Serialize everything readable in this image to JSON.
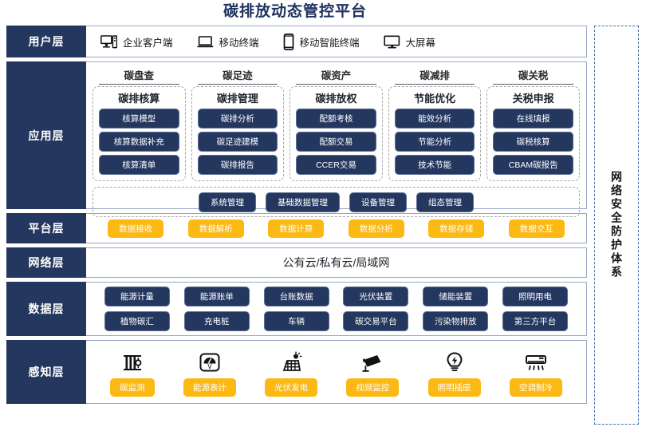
{
  "title": "碳排放动态管控平台",
  "security_bar": {
    "label": "网络安全防护体系"
  },
  "layers": {
    "user": {
      "label": "用户层",
      "items": [
        {
          "icon": "desktop-tower-icon",
          "label": "企业客户端"
        },
        {
          "icon": "laptop-icon",
          "label": "移动终端"
        },
        {
          "icon": "smartphone-icon",
          "label": "移动智能终端"
        },
        {
          "icon": "monitor-icon",
          "label": "大屏幕"
        }
      ]
    },
    "application": {
      "label": "应用层",
      "groups": [
        {
          "title": "碳盘查",
          "subtitle": "碳排核算",
          "items": [
            "核算模型",
            "核算数据补充",
            "核算清单"
          ]
        },
        {
          "title": "碳足迹",
          "subtitle": "碳排管理",
          "items": [
            "碳排分析",
            "碳足迹建模",
            "碳排报告"
          ]
        },
        {
          "title": "碳资产",
          "subtitle": "碳排放权",
          "items": [
            "配额考核",
            "配额交易",
            "CCER交易"
          ]
        },
        {
          "title": "碳减排",
          "subtitle": "节能优化",
          "items": [
            "能效分析",
            "节能分析",
            "技术节能"
          ]
        },
        {
          "title": "碳关税",
          "subtitle": "关税申报",
          "items": [
            "在线填报",
            "碳税核算",
            "CBAM碳报告"
          ]
        }
      ],
      "management": [
        "系统管理",
        "基础数据管理",
        "设备管理",
        "组态管理"
      ]
    },
    "platform": {
      "label": "平台层",
      "items": [
        "数据接收",
        "数据解析",
        "数据计算",
        "数据分析",
        "数据存储",
        "数据交互"
      ]
    },
    "network": {
      "label": "网络层",
      "text": "公有云/私有云/局域网"
    },
    "data": {
      "label": "数据层",
      "row1": [
        "能源计量",
        "能源账单",
        "台账数据",
        "光伏装置",
        "储能装置",
        "照明用电"
      ],
      "row2": [
        "植物碳汇",
        "充电桩",
        "车辆",
        "碳交易平台",
        "污染物排放",
        "第三方平台"
      ]
    },
    "sense": {
      "label": "感知层",
      "items": [
        {
          "icon": "carbon-sensor-icon",
          "label": "碳监测"
        },
        {
          "icon": "meter-gauge-icon",
          "label": "能源表计"
        },
        {
          "icon": "solar-panel-icon",
          "label": "光伏发电"
        },
        {
          "icon": "cctv-camera-icon",
          "label": "视频监控"
        },
        {
          "icon": "lightbulb-icon",
          "label": "照明插座"
        },
        {
          "icon": "air-conditioner-icon",
          "label": "空调制冷"
        }
      ]
    }
  },
  "colors": {
    "navy": "#24375f",
    "yellow": "#fcb813",
    "border": "#97a6c4",
    "dashed": "#4a6fa5"
  }
}
